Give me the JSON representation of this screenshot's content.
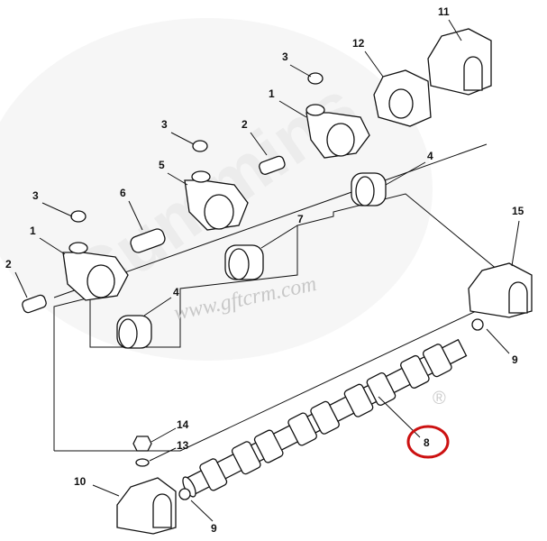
{
  "diagram": {
    "watermark": "Cummins",
    "website": "www.gftcrm.com",
    "registered_mark": "®",
    "highlight_color": "#cc1111",
    "highlighted_callout": "8",
    "callouts": [
      "11",
      "12",
      "3",
      "1",
      "3",
      "2",
      "5",
      "6",
      "3",
      "1",
      "7",
      "4",
      "2",
      "4",
      "15",
      "9",
      "8",
      "14",
      "13",
      "10",
      "9"
    ]
  }
}
